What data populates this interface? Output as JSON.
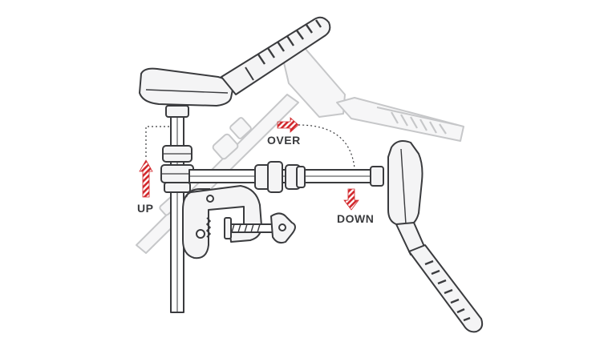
{
  "labels": {
    "up": "UP",
    "over": "OVER",
    "down": "DOWN"
  },
  "colors": {
    "accent_red": "#d2282c",
    "line_dark": "#3a3b3e",
    "fill_light": "#f4f4f5",
    "ghost_line": "#c6c7c9",
    "ghost_fill": "#f6f6f7"
  },
  "icons": [
    "up-arrow-icon",
    "over-arrow-icon",
    "down-arrow-icon"
  ]
}
